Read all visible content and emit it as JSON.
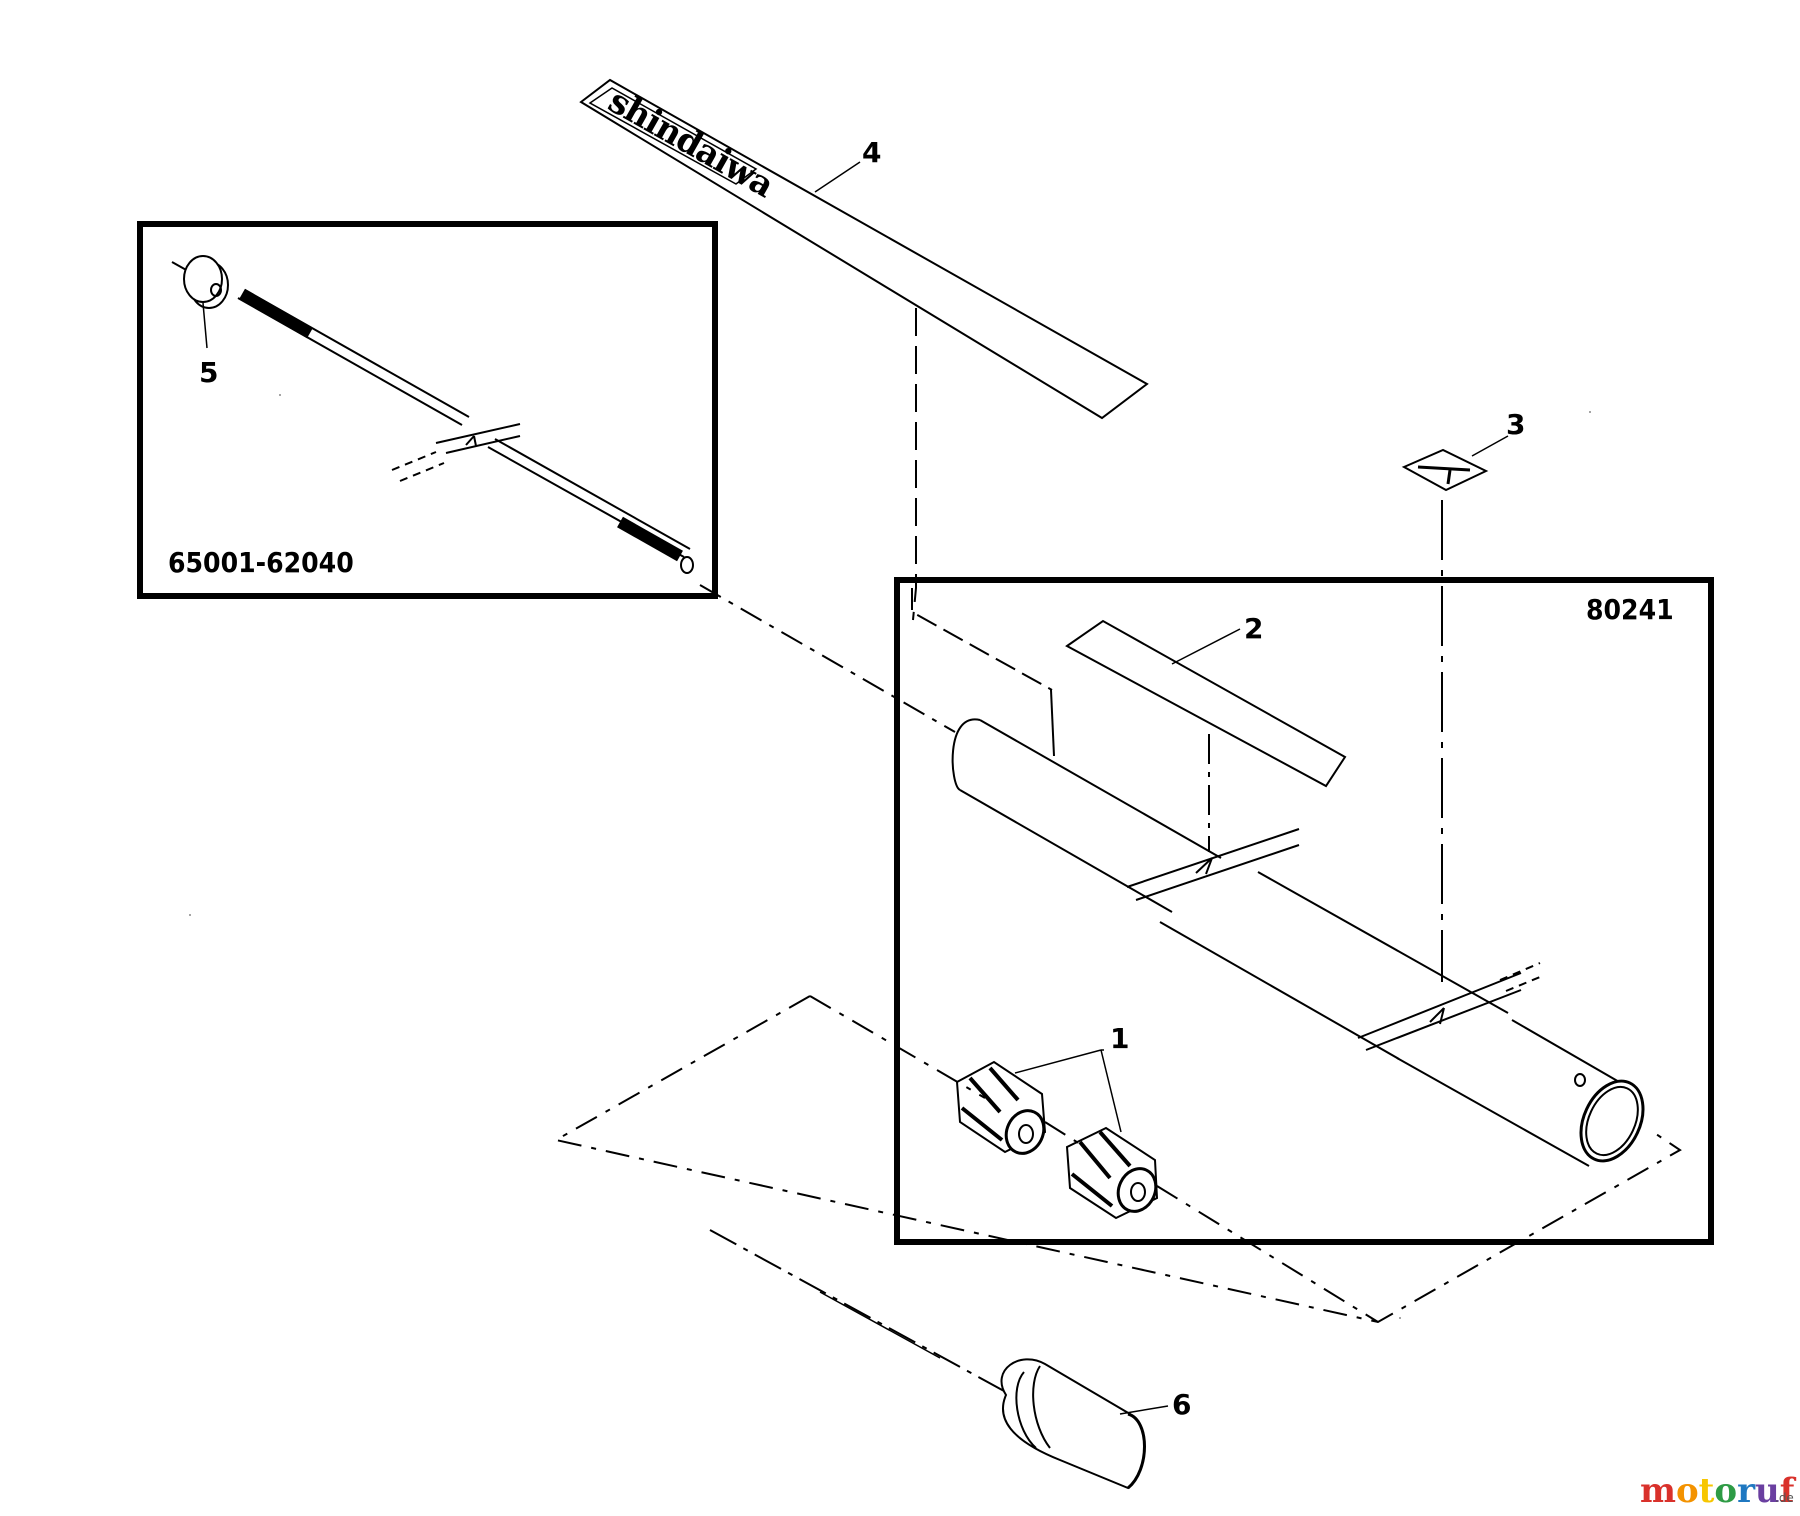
{
  "diagram": {
    "callouts": [
      "1",
      "2",
      "3",
      "4",
      "5",
      "6"
    ],
    "part_codes": {
      "shaft_kit": "65001-62040",
      "tube_kit": "80241"
    },
    "decal_brand": "shindaiwa"
  },
  "watermark": {
    "letters": [
      "m",
      "o",
      "t",
      "o",
      "r",
      "u",
      "f"
    ],
    "colors": [
      "#d9312b",
      "#f39200",
      "#f7c600",
      "#2e9b45",
      "#1f78c1",
      "#6a3fa0",
      "#d9312b"
    ],
    "suffix": ".de"
  }
}
